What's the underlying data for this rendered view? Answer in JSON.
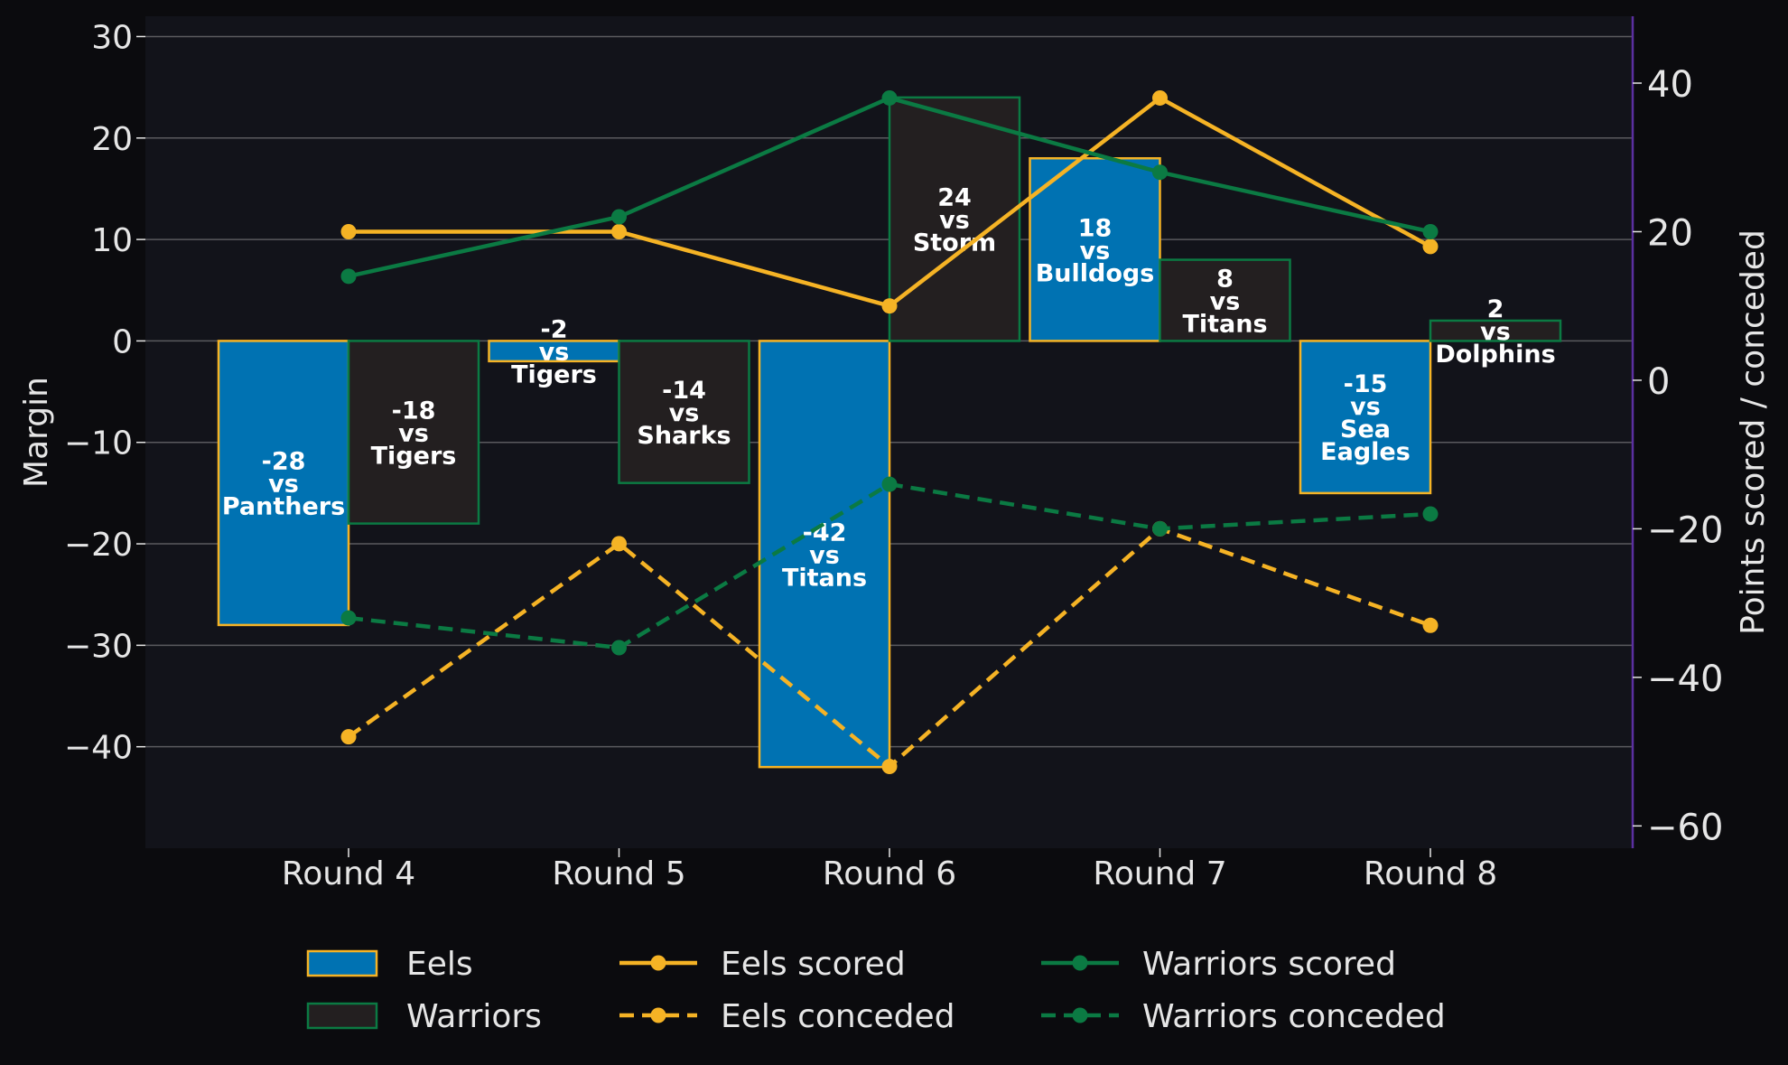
{
  "chart_data": {
    "type": "bar",
    "categories": [
      "Round 4",
      "Round 5",
      "Round 6",
      "Round 7",
      "Round 8"
    ],
    "title": "",
    "ylabel": "Margin",
    "y2label": "Points scored / conceded",
    "ylim": [
      -50,
      32
    ],
    "y2lim": [
      -63,
      49
    ],
    "yticks": [
      "30",
      "20",
      "10",
      "0",
      "−10",
      "−20",
      "−30",
      "−40"
    ],
    "ytick_values": [
      30,
      20,
      10,
      0,
      -10,
      -20,
      -30,
      -40
    ],
    "y2ticks": [
      "40",
      "20",
      "0",
      "−20",
      "−40",
      "−60"
    ],
    "y2tick_values": [
      40,
      20,
      0,
      -20,
      -40,
      -60
    ],
    "grid": true,
    "legend_position": "bottom",
    "bar_series": [
      {
        "name": "Eels",
        "color": "#0072b2",
        "edge": "#f5b325",
        "values": [
          -28,
          -2,
          -42,
          18,
          -15
        ],
        "labels": [
          [
            "-28",
            "vs",
            "Panthers"
          ],
          [
            "-2",
            "vs",
            "Tigers"
          ],
          [
            "-42",
            "vs",
            "Titans"
          ],
          [
            "18",
            "vs",
            "Bulldogs"
          ],
          [
            "-15",
            "vs",
            "Sea",
            "Eagles"
          ]
        ]
      },
      {
        "name": "Warriors",
        "color": "#231f20",
        "edge": "#0b7a43",
        "values": [
          -18,
          -14,
          24,
          8,
          2
        ],
        "labels": [
          [
            "-18",
            "vs",
            "Tigers"
          ],
          [
            "-14",
            "vs",
            "Sharks"
          ],
          [
            "24",
            "vs",
            "Storm"
          ],
          [
            "8",
            "vs",
            "Titans"
          ],
          [
            "2",
            "vs",
            "Dolphins"
          ]
        ]
      }
    ],
    "line_series": [
      {
        "name": "Eels scored",
        "color": "#f5b325",
        "dashed": false,
        "values": [
          20,
          20,
          10,
          38,
          18
        ]
      },
      {
        "name": "Eels conceded",
        "color": "#f5b325",
        "dashed": true,
        "values": [
          -48,
          -22,
          -52,
          -20,
          -33
        ]
      },
      {
        "name": "Warriors scored",
        "color": "#0b7a43",
        "dashed": false,
        "values": [
          14,
          22,
          38,
          28,
          20
        ]
      },
      {
        "name": "Warriors conceded",
        "color": "#0b7a43",
        "dashed": true,
        "values": [
          -32,
          -36,
          -14,
          -20,
          -18
        ]
      }
    ],
    "colors": {
      "background": "#0b0b0e",
      "plot_bg": "#12131a",
      "grid": "#5a5a5e",
      "right_spine": "#5b2fa0",
      "text": "#e6e6e6"
    }
  }
}
